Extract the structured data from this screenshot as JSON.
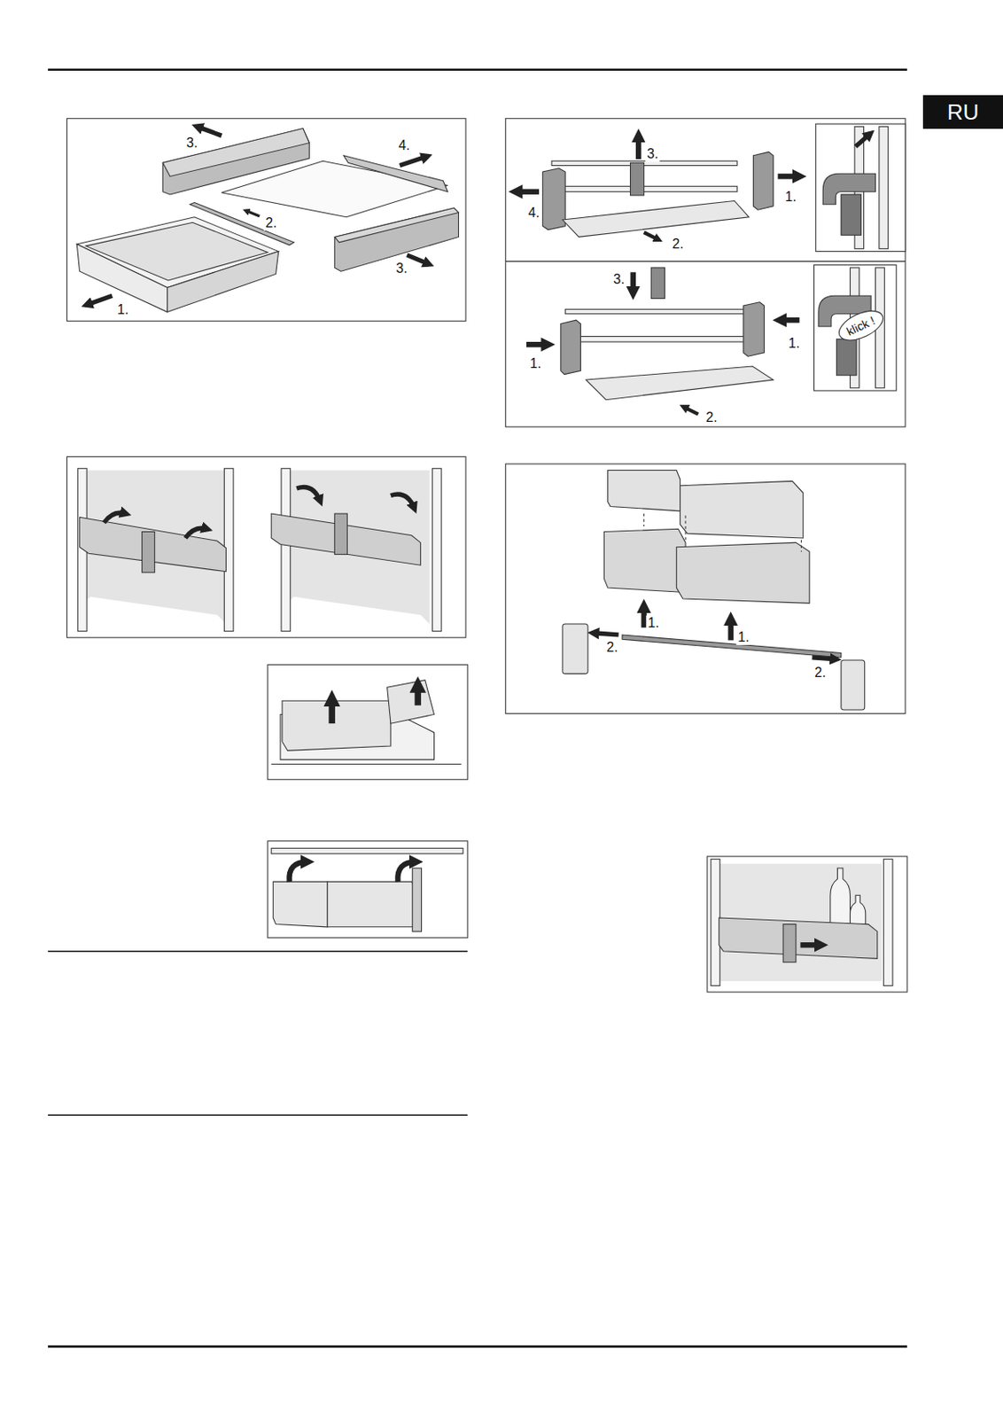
{
  "diagram": {
    "nodes": [
      {
        "text": [
          "RU"
        ]
      }
    ],
    "labels": [
      "3.",
      "4.",
      "2.",
      "3.",
      "1.",
      "3.",
      "1.",
      "4.",
      "2.",
      "3.",
      "klick !",
      "1.",
      "1.",
      "2.",
      "1.",
      "1.",
      "2.",
      "2."
    ]
  }
}
